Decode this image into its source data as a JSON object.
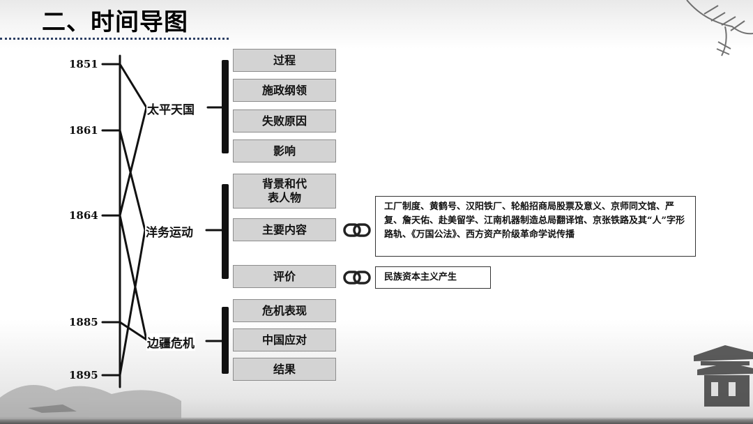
{
  "title": "二、时间导图",
  "years": [
    "1851",
    "1861",
    "1864",
    "1885",
    "1895"
  ],
  "topics": {
    "taiping": "太平天国",
    "yangwu": "洋务运动",
    "bianjiang": "边疆危机"
  },
  "taiping_items": [
    "过程",
    "施政纲领",
    "失败原因",
    "影响"
  ],
  "yangwu_items": [
    "背景和代表人物",
    "主要内容",
    "评价"
  ],
  "bianjiang_items": [
    "危机表现",
    "中国应对",
    "结果"
  ],
  "notes": {
    "main_content": "工厂制度、黄鹤号、汉阳铁厂、轮船招商局股票及意义、京师同文馆、严复、詹天佑、赴美留学、江南机器制造总局翻译馆、京张铁路及其“人”字形路轨、《万国公法》、西方资产阶级革命学说传播",
    "evaluation": "民族资本主义产生"
  },
  "icons": {
    "link": "link-icon"
  }
}
